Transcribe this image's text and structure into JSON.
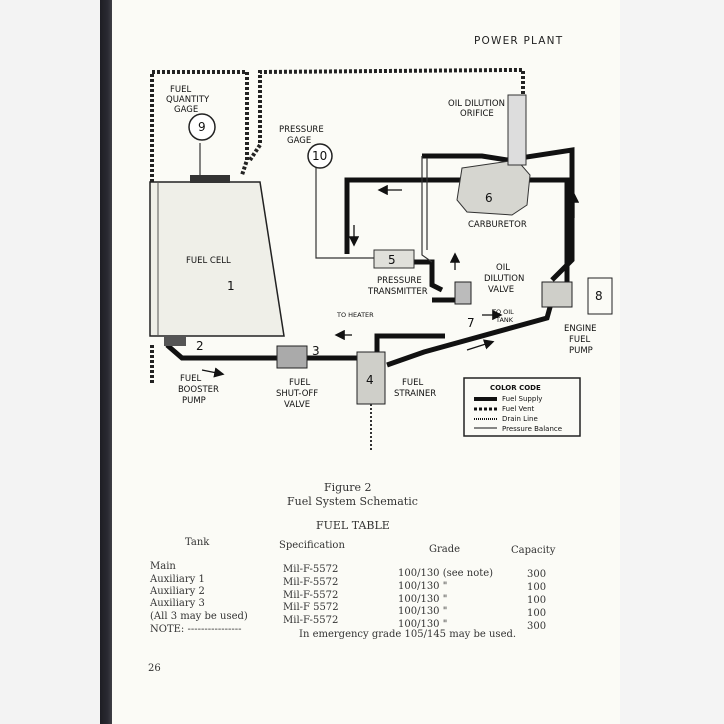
{
  "page": {
    "header": "POWER PLANT",
    "page_number": "26"
  },
  "figure": {
    "caption_number": "Figure 2",
    "caption_title": "Fuel System Schematic",
    "labels": {
      "fuel_quantity_gage": [
        "FUEL",
        "QUANTITY",
        "GAGE"
      ],
      "pressure_gage": [
        "PRESSURE",
        "GAGE"
      ],
      "oil_dilution_orifice": [
        "OIL DILUTION",
        "ORIFICE"
      ],
      "carburetor": "CARBURETOR",
      "fuel_cell": "FUEL CELL",
      "pressure_transmitter": [
        "PRESSURE",
        "TRANSMITTER"
      ],
      "oil_dilution_valve": [
        "OIL",
        "DILUTION",
        "VALVE"
      ],
      "to_heater": "TO HEATER",
      "to_oil_tank": [
        "TO OIL",
        "TANK"
      ],
      "engine_fuel_pump": [
        "ENGINE",
        "FUEL",
        "PUMP"
      ],
      "fuel_booster_pump": [
        "FUEL",
        "BOOSTER",
        "PUMP"
      ],
      "fuel_shutoff_valve": [
        "FUEL",
        "SHUT-OFF",
        "VALVE"
      ],
      "fuel_strainer": [
        "FUEL",
        "STRAINER"
      ]
    },
    "numbers": {
      "n1": "1",
      "n2": "2",
      "n3": "3",
      "n4": "4",
      "n5": "5",
      "n6": "6",
      "n7": "7",
      "n8": "8",
      "n9": "9",
      "n10": "10"
    },
    "color_code": {
      "title": "COLOR CODE",
      "items": [
        "Fuel Supply",
        "Fuel Vent",
        "Drain Line",
        "Pressure Balance"
      ]
    }
  },
  "fuel_table": {
    "title": "FUEL TABLE",
    "headers": {
      "tank": "Tank",
      "spec": "Specification",
      "grade": "Grade",
      "capacity": "Capacity"
    },
    "rows": [
      {
        "tank": "Main",
        "spec": "Mil-F-5572",
        "grade": "100/130 (see note)",
        "capacity": "300"
      },
      {
        "tank": "Auxiliary 1",
        "spec": "Mil-F-5572",
        "grade": "100/130     \"",
        "capacity": "100"
      },
      {
        "tank": "Auxiliary 2",
        "spec": "Mil-F-5572",
        "grade": "100/130     \"",
        "capacity": "100"
      },
      {
        "tank": "Auxiliary 3",
        "spec": "Mil-F 5572",
        "grade": "100/130     \"",
        "capacity": "100"
      },
      {
        "tank": "(All 3 may be used)",
        "spec": "Mil-F-5572",
        "grade": "100/130     \"",
        "capacity": "300"
      }
    ],
    "note_label": "NOTE: ----------------",
    "note_text": "In emergency grade 105/145 may be used."
  }
}
